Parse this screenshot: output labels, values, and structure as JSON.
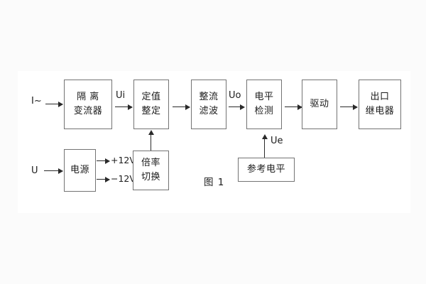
{
  "figure": {
    "caption": "图 1",
    "title_blocks": [
      {
        "id": "isolation",
        "line1": "隔 离",
        "line2": "变流器"
      },
      {
        "id": "setting",
        "line1": "定值",
        "line2": "整定"
      },
      {
        "id": "rectify",
        "line1": "整流",
        "line2": "滤波"
      },
      {
        "id": "level-detect",
        "line1": "电平",
        "line2": "检测"
      },
      {
        "id": "drive",
        "line1": "驱动",
        "line2": ""
      },
      {
        "id": "output-relay",
        "line1": "出口",
        "line2": "继电器"
      },
      {
        "id": "power-supply",
        "line1": "电源",
        "line2": ""
      },
      {
        "id": "multiplier-switch",
        "line1": "倍率",
        "line2": "切换"
      },
      {
        "id": "reference-level",
        "line1": "参考电平",
        "line2": ""
      }
    ],
    "signals": {
      "current_input": "I",
      "current_input_mark": "~",
      "voltage_input": "U",
      "ui": "Ui",
      "uo": "Uo",
      "ue": "Ue",
      "rail_positive": "+12V",
      "rail_negative": "−12V"
    },
    "colors": {
      "background": "#fbfbfb",
      "canvas": "#ffffff",
      "box_border": "#737373",
      "line": "#2a2a2a",
      "text": "#1b1b1b"
    }
  }
}
